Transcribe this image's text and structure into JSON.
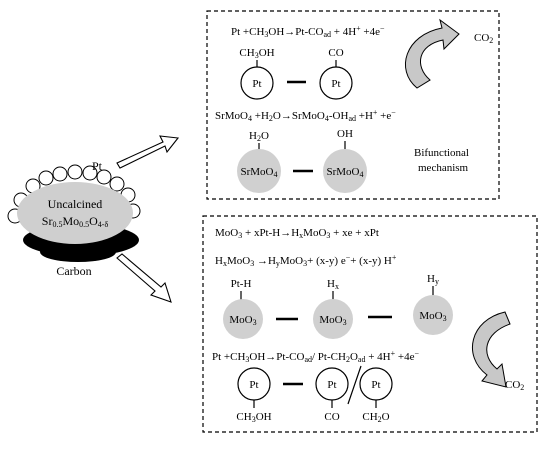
{
  "catalyst": {
    "pt_label": "Pt",
    "line1": "Uncalcined",
    "line2": "Sr0.5Mo0.5O4-δ",
    "carbon_label": "Carbon"
  },
  "top_box": {
    "eq1": "Pt +CH3OH→Pt-COad + 4H+ +4e−",
    "ch3oh": "CH3OH",
    "pt_a": "Pt",
    "co": "CO",
    "pt_b": "Pt",
    "eq2": "SrMoO4 +H2O→SrMoO4-OHad +H+ +e−",
    "h2o": "H2O",
    "srmoo4_a": "SrMoO4",
    "oh": "OH",
    "srmoo4_b": "SrMoO4",
    "co2": "CO2",
    "mechanism_1": "Bifunctional",
    "mechanism_2": "mechanism"
  },
  "bottom_box": {
    "eq1": "MoO3 + xPt-H→HxMoO3 + xe + xPt",
    "eq2": "HxMoO3 →HyMoO3+ (x-y) e−+ (x-y) H+",
    "pth": "Pt-H",
    "hx": "Hx",
    "hy": "Hy",
    "moo3_a": "MoO3",
    "moo3_b": "MoO3",
    "moo3_c": "MoO3",
    "eq3": "Pt +CH3OH→Pt-COad/ Pt-CH2Oad + 4H+ +4e−",
    "pt_c": "Pt",
    "ch3oh": "CH3OH",
    "pt_d": "Pt",
    "co": "CO",
    "pt_e": "Pt",
    "ch2o": "CH2O",
    "co2": "CO2"
  }
}
